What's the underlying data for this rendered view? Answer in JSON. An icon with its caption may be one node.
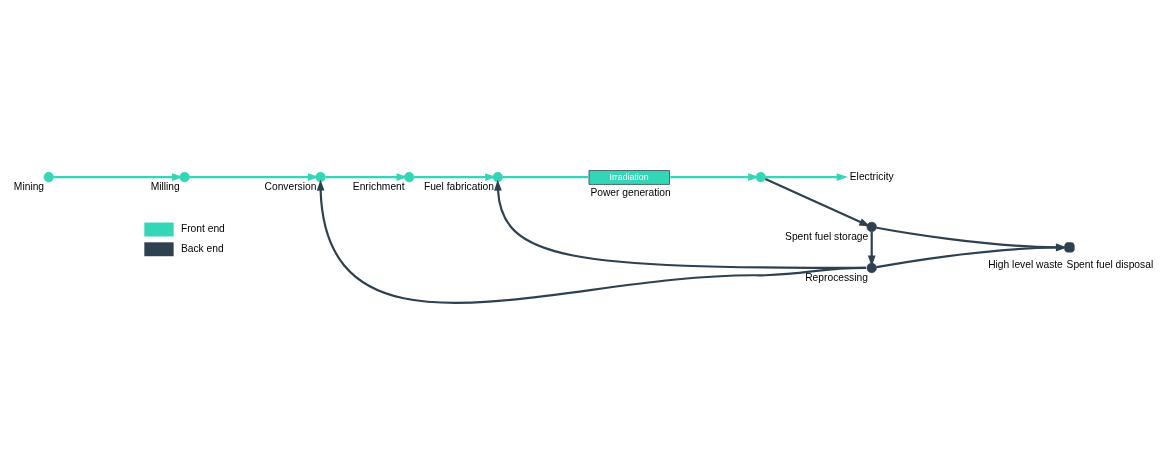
{
  "diagram": {
    "nodes": [
      {
        "text": [
          "Mining"
        ]
      },
      {
        "text": [
          "Milling"
        ]
      },
      {
        "text": [
          "Conversion"
        ]
      },
      {
        "text": [
          "Enrichment"
        ]
      },
      {
        "text": [
          "Fuel fabrication"
        ]
      },
      {
        "text": [
          "Irradiation"
        ],
        "beside": [
          "Power generation"
        ]
      },
      {
        "text": [],
        "shape": "circle"
      },
      {
        "text": [
          "Electricity"
        ]
      },
      {
        "text": [
          "Reprocessing"
        ]
      },
      {
        "text": [
          "Spent fuel storage"
        ]
      },
      {
        "text": [
          "High level waste",
          "Spent fuel disposal"
        ]
      }
    ],
    "edges": [
      {
        "from": 0,
        "to": 1,
        "arrow": "to"
      },
      {
        "from": 1,
        "to": 2,
        "arrow": "to"
      },
      {
        "from": 2,
        "to": 3,
        "arrow": "to"
      },
      {
        "from": 3,
        "to": 4,
        "arrow": "to"
      },
      {
        "from": 4,
        "to": 5,
        "arrow": "none"
      },
      {
        "from": 5,
        "to": 6,
        "arrow": "to"
      },
      {
        "from": 6,
        "to": 7,
        "arrow": "to"
      },
      {
        "from": 8,
        "to": 4,
        "arrow": "to",
        "color": "#2e4150"
      },
      {
        "from": 6,
        "to": 9,
        "arrow": "to",
        "color": "#2e4150"
      },
      {
        "from": 9,
        "to": 8,
        "arrow": "to",
        "color": "#2e4150"
      },
      {
        "from": 8,
        "to": 2,
        "arrow": "to",
        "color": "#2e4150"
      },
      {
        "from": 8,
        "to": 10,
        "arrow": "to",
        "color": "#2e4150"
      },
      {
        "from": 9,
        "to": 10,
        "arrow": "to",
        "color": "#2e4150"
      }
    ],
    "legend": [
      {
        "text": "Front end",
        "color": "#33d6b6"
      },
      {
        "text": "Back end",
        "color": "#2e4150"
      }
    ]
  }
}
